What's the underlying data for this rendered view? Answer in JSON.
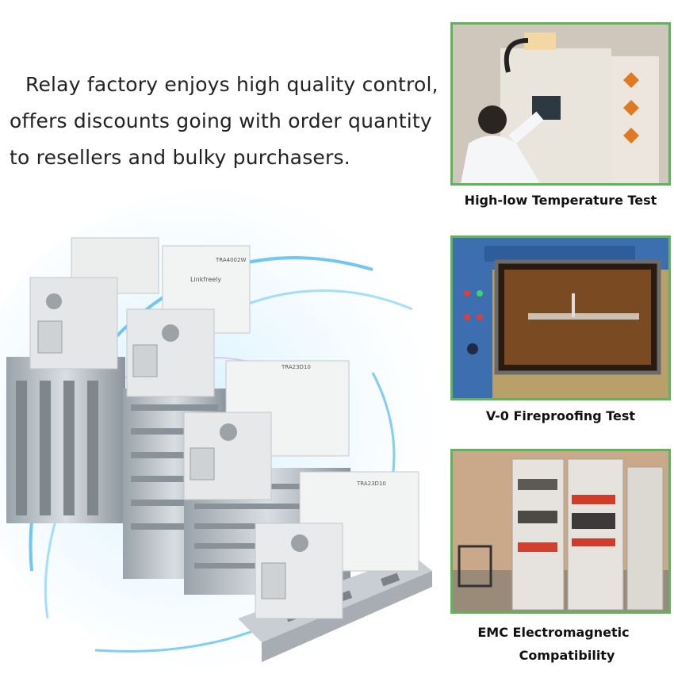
{
  "intro": {
    "line1": "Relay factory enjoys high quality control,",
    "line2": "offers discounts going with order quantity",
    "line3": "to resellers and bulky purchasers."
  },
  "tests": [
    {
      "caption": "High-low Temperature Test"
    },
    {
      "caption": "V-0 Fireproofing Test"
    },
    {
      "caption_line1": "EMC Electromagnetic",
      "caption_line2": "Compatibility"
    }
  ],
  "product": {
    "brand": "Linkfreely",
    "model_1": "TRA4002W",
    "model_2": "TRA23D10",
    "model_3": "TRA23D10"
  },
  "colors": {
    "accent_green": "#5fb35a",
    "glow_blue": "#4fb8f0"
  }
}
